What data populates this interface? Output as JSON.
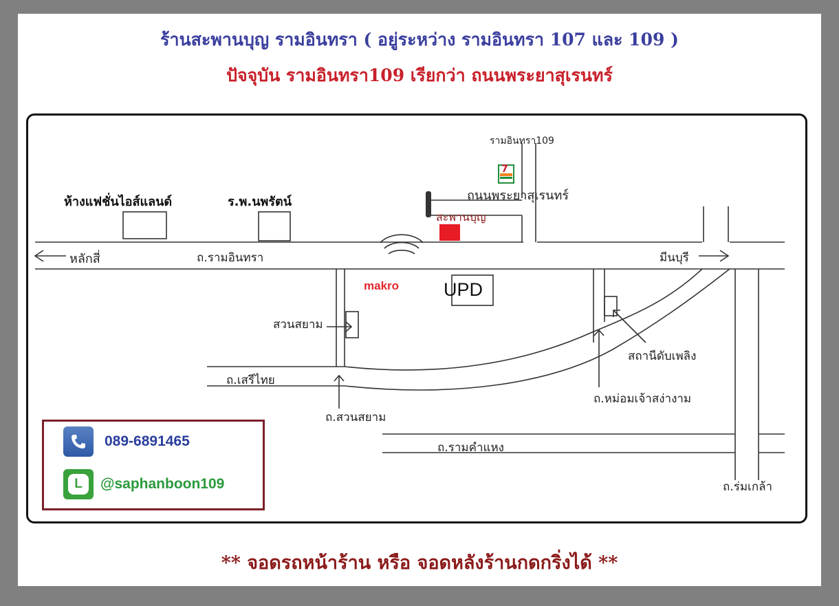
{
  "title": {
    "line1": "ร้านสะพานบุญ รามอินทรา ( อยู่ระหว่าง รามอินทรา 107 และ 109 )",
    "line2": "ปัจจุบัน รามอินทรา109 เรียกว่า ถนนพระยาสุเรนทร์"
  },
  "map": {
    "roads": {
      "ramintra109": "รามอินทรา109",
      "phraya_suren": "ถนนพระยาสุเรนทร์",
      "ramintra": "ถ.รามอินทรา",
      "seri_thai": "ถ.เสรีไทย",
      "suan_siam_road": "ถ.สวนสยาม",
      "mom_chao": "ถ.หม่อมเจ้าสง่างาม",
      "ramkhamhaeng": "ถ.รามคำแหง",
      "rom_klao": "ถ.ร่มเกล้า"
    },
    "directions": {
      "lak_si": "หลักสี่",
      "min_buri": "มีนบุรี"
    },
    "landmarks": {
      "fashion_island": "ห้างแฟชั่นไอส์แลนด์",
      "hospital": "ร.พ.นพรัตน์",
      "shop": "สะพานบุญ",
      "makro": "makro",
      "upd": "UPD",
      "suan_siam": "สวนสยาม",
      "fire_station": "สถานีดับเพลิง",
      "seven_eleven": "7"
    },
    "colors": {
      "shop_marker": "#e81c24",
      "makro": "#e3262d",
      "seven_eleven_green": "#1f8f3a",
      "seven_eleven_orange": "#f0821e"
    }
  },
  "contact": {
    "phone": "089-6891465",
    "line_id": "@saphanboon109",
    "line_icon_letter": "L",
    "phone_color": "#2a3e9e",
    "line_color": "#2a9a3c"
  },
  "footer": "** จอดรถหน้าร้าน หรือ จอดหลังร้านกดกริ่งได้  **"
}
